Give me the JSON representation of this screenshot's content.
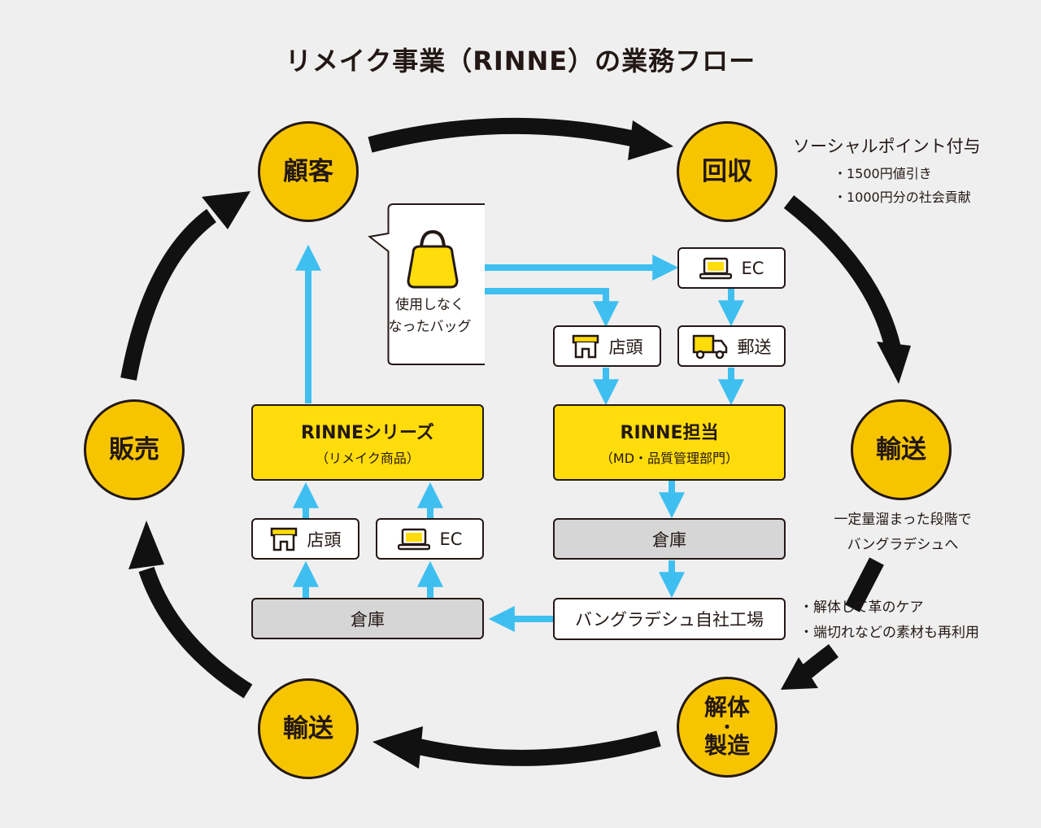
{
  "title": "リメイク事業（RINNE）の業務フロー",
  "cycle": {
    "customer": "顧客",
    "collection": "回収",
    "transport_right": "輸送",
    "dismantle_top": "解体",
    "dismantle_dot": "・",
    "dismantle_bottom": "製造",
    "transport_left": "輸送",
    "sales": "販売"
  },
  "notes": {
    "social_title": "ソーシャルポイント付与",
    "social_items": [
      "・1500円値引き",
      "・1000円分の社会貢献"
    ],
    "transport_note_lines": [
      "一定量溜まった段階で",
      "バングラデシュへ"
    ],
    "factory_note_items": [
      "・解体して革のケア",
      "・端切れなどの素材も再利用"
    ]
  },
  "bubble": {
    "label_lines": [
      "使用しなく",
      "なったバッグ"
    ],
    "icon": "bag-icon"
  },
  "flow": {
    "ec_top": "EC",
    "store_top": "店頭",
    "mail": "郵送",
    "rinne_staff": "RINNE担当",
    "rinne_staff_sub": "（MD・品質管理部門）",
    "warehouse_right": "倉庫",
    "factory": "バングラデシュ自社工場",
    "warehouse_left": "倉庫",
    "store_bottom": "店頭",
    "ec_bottom": "EC",
    "rinne_series": "RINNEシリーズ",
    "rinne_series_sub": "（リメイク商品）"
  },
  "colors": {
    "circle": "#f7c500",
    "yellow_box": "#ffdc0a",
    "gray_box": "#d6d6d6",
    "flow_arrow": "#3ebff0",
    "cycle_arrow": "#111111"
  }
}
